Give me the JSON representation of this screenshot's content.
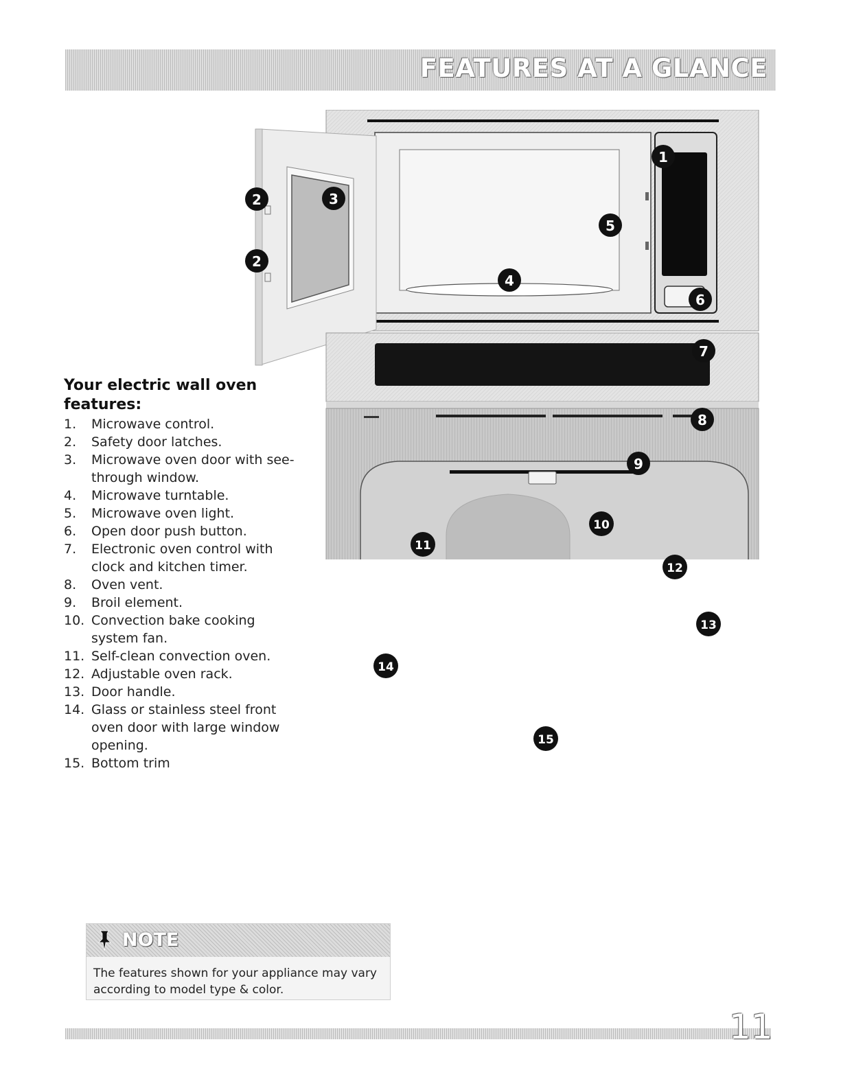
{
  "header": {
    "title": "FEATURES AT A GLANCE"
  },
  "features": {
    "heading": "Your electric wall oven features:",
    "items": [
      {
        "num": "1.",
        "text": "Microwave control."
      },
      {
        "num": "2.",
        "text": "Safety door latches."
      },
      {
        "num": "3.",
        "text": "Microwave oven door with see-through window."
      },
      {
        "num": "4.",
        "text": "Microwave turntable."
      },
      {
        "num": "5.",
        "text": "Microwave oven light."
      },
      {
        "num": "6.",
        "text": "Open door push button."
      },
      {
        "num": "7.",
        "text": "Electronic oven control with clock and kitchen timer."
      },
      {
        "num": "8.",
        "text": "Oven vent."
      },
      {
        "num": "9.",
        "text": "Broil element."
      },
      {
        "num": "10.",
        "text": "Convection bake cooking system fan."
      },
      {
        "num": "11.",
        "text": "Self-clean convection oven."
      },
      {
        "num": "12.",
        "text": "Adjustable oven rack."
      },
      {
        "num": "13.",
        "text": "Door handle."
      },
      {
        "num": "14.",
        "text": "Glass or stainless steel front oven door with large window opening."
      },
      {
        "num": "15.",
        "text": "Bottom trim"
      }
    ]
  },
  "diagram": {
    "callouts": {
      "c1": "1",
      "c2a": "2",
      "c2b": "2",
      "c3": "3",
      "c4": "4",
      "c5": "5",
      "c6": "6",
      "c7": "7",
      "c8": "8",
      "c9": "9",
      "c10": "10",
      "c11": "11",
      "c12": "12",
      "c13": "13",
      "c14": "14",
      "c15": "15"
    }
  },
  "note": {
    "title": "NOTE",
    "icon": "pushpin-icon",
    "text": "The features shown for your appliance may vary according to model type & color."
  },
  "footer": {
    "page_number": "11"
  }
}
